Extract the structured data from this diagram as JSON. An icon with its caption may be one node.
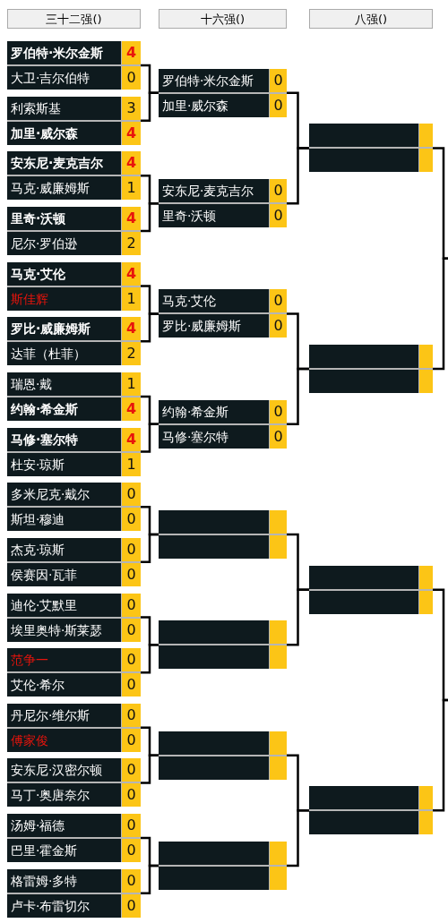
{
  "diagram": {
    "nodes": [
      {
        "text": [
          "罗伯特·米尔金斯",
          "4",
          "大卫·吉尔伯特",
          "0"
        ]
      },
      {
        "text": [
          "利索斯基",
          "3",
          "加里·威尔森",
          "4"
        ]
      },
      {
        "text": [
          "安东尼·麦克吉尔",
          "4",
          "马克·威廉姆斯",
          "1"
        ]
      },
      {
        "text": [
          "里奇·沃顿",
          "4",
          "尼尔·罗伯逊",
          "2"
        ]
      },
      {
        "text": [
          "马克·艾伦",
          "4",
          "斯佳辉",
          "1"
        ]
      },
      {
        "text": [
          "罗比·威廉姆斯",
          "4",
          "达菲（杜菲）",
          "2"
        ]
      },
      {
        "text": [
          "瑞恩·戴",
          "1",
          "约翰·希金斯",
          "4"
        ]
      },
      {
        "text": [
          "马修·塞尔特",
          "4",
          "杜安·琼斯",
          "1"
        ]
      },
      {
        "text": [
          "多米尼克·戴尔",
          "0",
          "斯坦·穆迪",
          "0"
        ]
      },
      {
        "text": [
          "杰克·琼斯",
          "0",
          "侯赛因·瓦菲",
          "0"
        ]
      },
      {
        "text": [
          "迪伦·艾默里",
          "0",
          "埃里奥特·斯莱瑟",
          "0"
        ]
      },
      {
        "text": [
          "范争一",
          "0",
          "艾伦·希尔",
          "0"
        ]
      },
      {
        "text": [
          "丹尼尔·维尔斯",
          "0",
          "傅家俊",
          "0"
        ]
      },
      {
        "text": [
          "安东尼·汉密尔顿",
          "0",
          "马丁·奥唐奈尔",
          "0"
        ]
      },
      {
        "text": [
          "汤姆·福德",
          "0",
          "巴里·霍金斯",
          "0"
        ]
      },
      {
        "text": [
          "格雷姆·多特",
          "0",
          "卢卡·布雷切尔",
          "0"
        ]
      },
      {
        "text": [
          "罗伯特·米尔金斯",
          "0",
          "加里·威尔森",
          "0"
        ]
      },
      {
        "text": [
          "安东尼·麦克吉尔",
          "0",
          "里奇·沃顿",
          "0"
        ]
      },
      {
        "text": [
          "马克·艾伦",
          "0",
          "罗比·威廉姆斯",
          "0"
        ]
      },
      {
        "text": [
          "约翰·希金斯",
          "0",
          "马修·塞尔特",
          "0"
        ]
      },
      {
        "text": [],
        "shape": "box"
      },
      {
        "text": [],
        "shape": "box"
      },
      {
        "text": [],
        "shape": "box"
      },
      {
        "text": [],
        "shape": "box"
      },
      {
        "text": [],
        "shape": "box"
      },
      {
        "text": [],
        "shape": "box"
      },
      {
        "text": [],
        "shape": "box"
      },
      {
        "text": [],
        "shape": "box"
      }
    ],
    "edges": [
      {
        "from": 0,
        "to": 16,
        "arrow": "none"
      },
      {
        "from": 1,
        "to": 16,
        "arrow": "none"
      },
      {
        "from": 2,
        "to": 17,
        "arrow": "none"
      },
      {
        "from": 3,
        "to": 17,
        "arrow": "none"
      },
      {
        "from": 4,
        "to": 18,
        "arrow": "none"
      },
      {
        "from": 5,
        "to": 18,
        "arrow": "none"
      },
      {
        "from": 6,
        "to": 19,
        "arrow": "none"
      },
      {
        "from": 7,
        "to": 19,
        "arrow": "none"
      },
      {
        "from": 8,
        "to": 20,
        "arrow": "none"
      },
      {
        "from": 9,
        "to": 20,
        "arrow": "none"
      },
      {
        "from": 10,
        "to": 21,
        "arrow": "none"
      },
      {
        "from": 11,
        "to": 21,
        "arrow": "none"
      },
      {
        "from": 12,
        "to": 22,
        "arrow": "none"
      },
      {
        "from": 13,
        "to": 22,
        "arrow": "none"
      },
      {
        "from": 14,
        "to": 23,
        "arrow": "none"
      },
      {
        "from": 15,
        "to": 23,
        "arrow": "none"
      },
      {
        "from": 16,
        "to": 24,
        "arrow": "none"
      },
      {
        "from": 17,
        "to": 24,
        "arrow": "none"
      },
      {
        "from": 18,
        "to": 25,
        "arrow": "none"
      },
      {
        "from": 19,
        "to": 25,
        "arrow": "none"
      },
      {
        "from": 20,
        "to": 26,
        "arrow": "none"
      },
      {
        "from": 21,
        "to": 26,
        "arrow": "none"
      },
      {
        "from": 22,
        "to": 27,
        "arrow": "none"
      },
      {
        "from": 23,
        "to": 27,
        "arrow": "none"
      },
      {
        "from": 24,
        "to": null,
        "arrow": "none"
      },
      {
        "from": 25,
        "to": null,
        "arrow": "none"
      },
      {
        "from": 26,
        "to": null,
        "arrow": "none"
      },
      {
        "from": 27,
        "to": null,
        "arrow": "none"
      }
    ],
    "labels": [
      "三十二强()",
      "十六强()",
      "八强()"
    ]
  }
}
